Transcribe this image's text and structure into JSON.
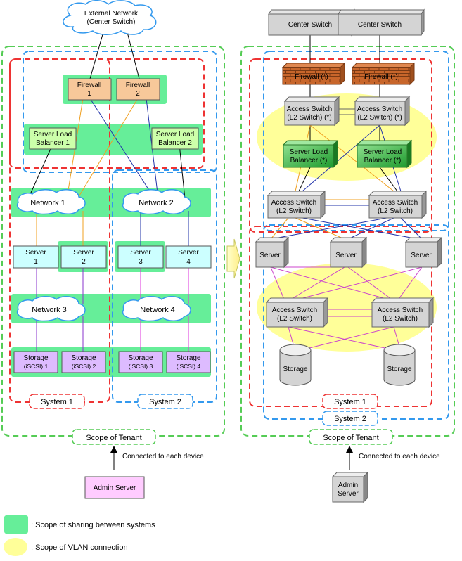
{
  "colors": {
    "shared_green": "#66ee99",
    "vlan_yellow": "#ffff99",
    "system1_red": "#ee3333",
    "system2_blue": "#3399ee",
    "tenant_green": "#55cc55",
    "firewall_orange": "#f7c89a",
    "lb_green": "#ccffaa",
    "server_cyan": "#ccffff",
    "storage_purple": "#ddbbff",
    "admin_pink": "#ffccff"
  },
  "left": {
    "cloud_external": [
      "External Network",
      "(Center Switch)"
    ],
    "firewall1": [
      "Firewall",
      "1"
    ],
    "firewall2": [
      "Firewall",
      "2"
    ],
    "slb1": [
      "Server Load",
      "Balancer 1"
    ],
    "slb2": [
      "Server Load",
      "Balancer 2"
    ],
    "network1": "Network 1",
    "network2": "Network 2",
    "network3": "Network 3",
    "network4": "Network 4",
    "server1": [
      "Server",
      "1"
    ],
    "server2": [
      "Server",
      "2"
    ],
    "server3": [
      "Server",
      "3"
    ],
    "server4": [
      "Server",
      "4"
    ],
    "storage1": [
      "Storage",
      "(iSCSI) 1"
    ],
    "storage2": [
      "Storage",
      "(iSCSI) 2"
    ],
    "storage3": [
      "Storage",
      "(iSCSI) 3"
    ],
    "storage4": [
      "Storage",
      "(iSCSI) 4"
    ],
    "system1": "System 1",
    "system2": "System 2",
    "tenant": "Scope of Tenant",
    "connected": "Connected to each device",
    "admin": "Admin Server"
  },
  "right": {
    "center_switch1": "Center Switch",
    "center_switch2": "Center Switch",
    "firewall1": "Firewall (*)",
    "firewall2": "Firewall (*)",
    "access_top1": [
      "Access Switch",
      "(L2 Switch) (*)"
    ],
    "access_top2": [
      "Access Switch",
      "(L2 Switch) (*)"
    ],
    "slb1": [
      "Server Load",
      "Balancer (*)"
    ],
    "slb2": [
      "Server Load",
      "Balancer (*)"
    ],
    "access_mid1": [
      "Access Switch",
      "(L2 Switch)"
    ],
    "access_mid2": [
      "Access Switch",
      "(L2 Switch)"
    ],
    "server1": "Server",
    "server2": "Server",
    "server3": "Server",
    "access_bot1": [
      "Access Switch",
      "(L2 Switch)"
    ],
    "access_bot2": [
      "Access Switch",
      "(L2 Switch)"
    ],
    "storage1": "Storage",
    "storage2": "Storage",
    "system1": "System 1",
    "system2": "System 2",
    "tenant": "Scope of Tenant",
    "connected": "Connected to each device",
    "admin": [
      "Admin",
      "Server"
    ]
  },
  "legend": {
    "sharing": ": Scope of sharing between systems",
    "vlan": ": Scope of VLAN connection"
  }
}
